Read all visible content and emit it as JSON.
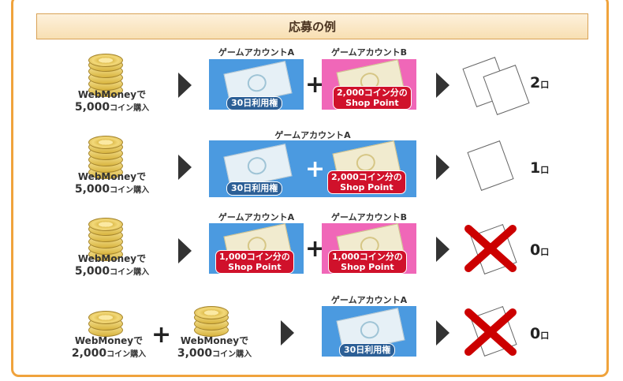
{
  "section_title": "応募の例",
  "account_a": "ゲームアカウントA",
  "account_b": "ゲームアカウントB",
  "purchase_prefix": "WebMoneyで",
  "rows": [
    {
      "purchase_amount": "5,000",
      "purchase_suffix": "コイン購入",
      "card1_label": "30日利用権",
      "card2_label_1": "2,000コイン分の",
      "card2_label_2": "Shop Point",
      "count": "2",
      "count_unit": "口"
    },
    {
      "purchase_amount": "5,000",
      "purchase_suffix": "コイン購入",
      "card1_label": "30日利用権",
      "card2_label_1": "2,000コイン分の",
      "card2_label_2": "Shop Point",
      "count": "1",
      "count_unit": "口"
    },
    {
      "purchase_amount": "5,000",
      "purchase_suffix": "コイン購入",
      "card1_label_1": "1,000コイン分の",
      "card1_label_2": "Shop Point",
      "card2_label_1": "1,000コイン分の",
      "card2_label_2": "Shop Point",
      "count": "0",
      "count_unit": "口"
    },
    {
      "purchase1_amount": "2,000",
      "purchase2_amount": "3,000",
      "purchase_suffix": "コイン購入",
      "card1_label": "30日利用権",
      "count": "0",
      "count_unit": "口"
    }
  ],
  "colors": {
    "frame": "#f0a33c",
    "header_bg": "#f8dfb2",
    "blue_card": "#4b9ae0",
    "pink_card": "#f067b8",
    "label_red": "#d0112b",
    "cross": "#cc0000"
  }
}
